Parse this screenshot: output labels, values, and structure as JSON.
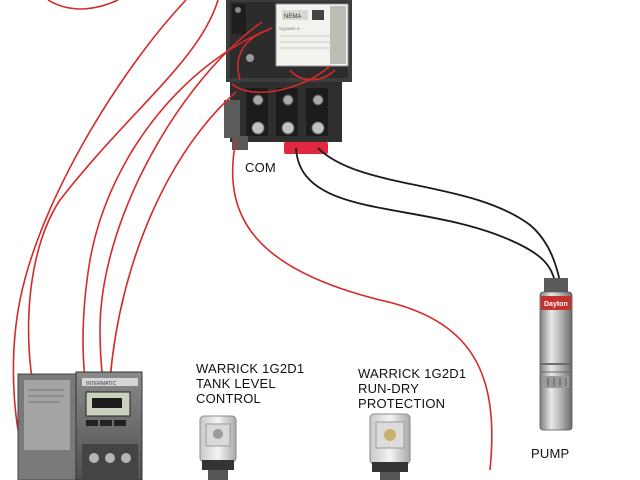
{
  "labels": {
    "com": "COM",
    "tank_control": [
      "WARRICK 1G2D1",
      "TANK LEVEL",
      "CONTROL"
    ],
    "run_dry": [
      "WARRICK 1G2D1",
      "RUN-DRY",
      "PROTECTION"
    ],
    "pump": "PUMP"
  },
  "device_text": {
    "contactor_brand": "SQUARE D",
    "contactor_nema": "NEMA",
    "timer_brand": "INTERMATIC",
    "pump_brand": "Dayton"
  },
  "colors": {
    "control_wire": "#d42a2a",
    "power_wire": "#1a1a1a",
    "contactor_body": "#3b3b3b",
    "terminal_jumper": "#e0283f"
  }
}
